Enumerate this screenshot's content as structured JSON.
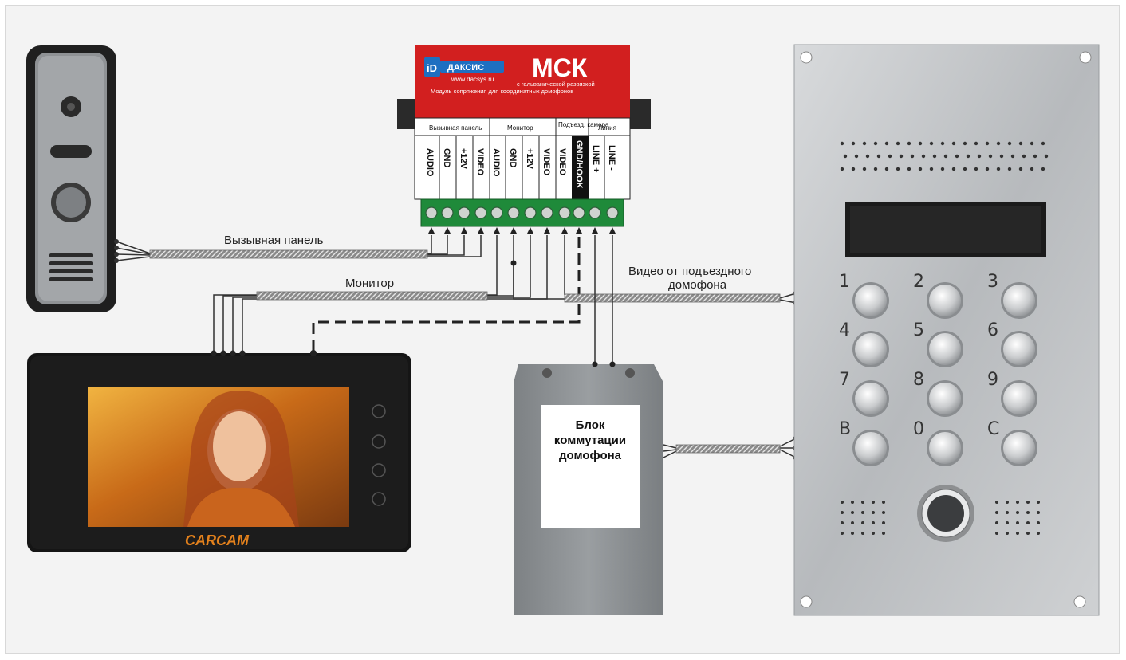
{
  "module": {
    "brand_icon": "iD",
    "brand": "ДАКСИС",
    "model": "МСК",
    "site": "www.dacsys.ru",
    "sub1": "с гальванической развязкой",
    "sub2": "Модуль сопряжения для координатных домофонов",
    "groups": [
      "Вызывная панель",
      "Монитор",
      "Подъезд. камера",
      "Линия"
    ],
    "pins": [
      "AUDIO",
      "GND",
      "+12V",
      "VIDEO",
      "AUDIO",
      "GND",
      "+12V",
      "VIDEO",
      "VIDEO",
      "GND/HOOK",
      "LINE +",
      "LINE -"
    ]
  },
  "labels": {
    "call_panel": "Вызывная панель",
    "monitor": "Монитор",
    "video_line1": "Видео от подъездного",
    "video_line2": "домофона"
  },
  "switch_box": {
    "line1": "Блок",
    "line2": "коммутации",
    "line3": "домофона"
  },
  "monitor_brand": "CARCAM",
  "keypad": [
    "1",
    "2",
    "3",
    "4",
    "5",
    "6",
    "7",
    "8",
    "9",
    "B",
    "0",
    "C"
  ],
  "colors": {
    "module_red": "#d21f1f",
    "terminal_green": "#1f8a3a",
    "panel_steel": "#c4c6c8"
  }
}
